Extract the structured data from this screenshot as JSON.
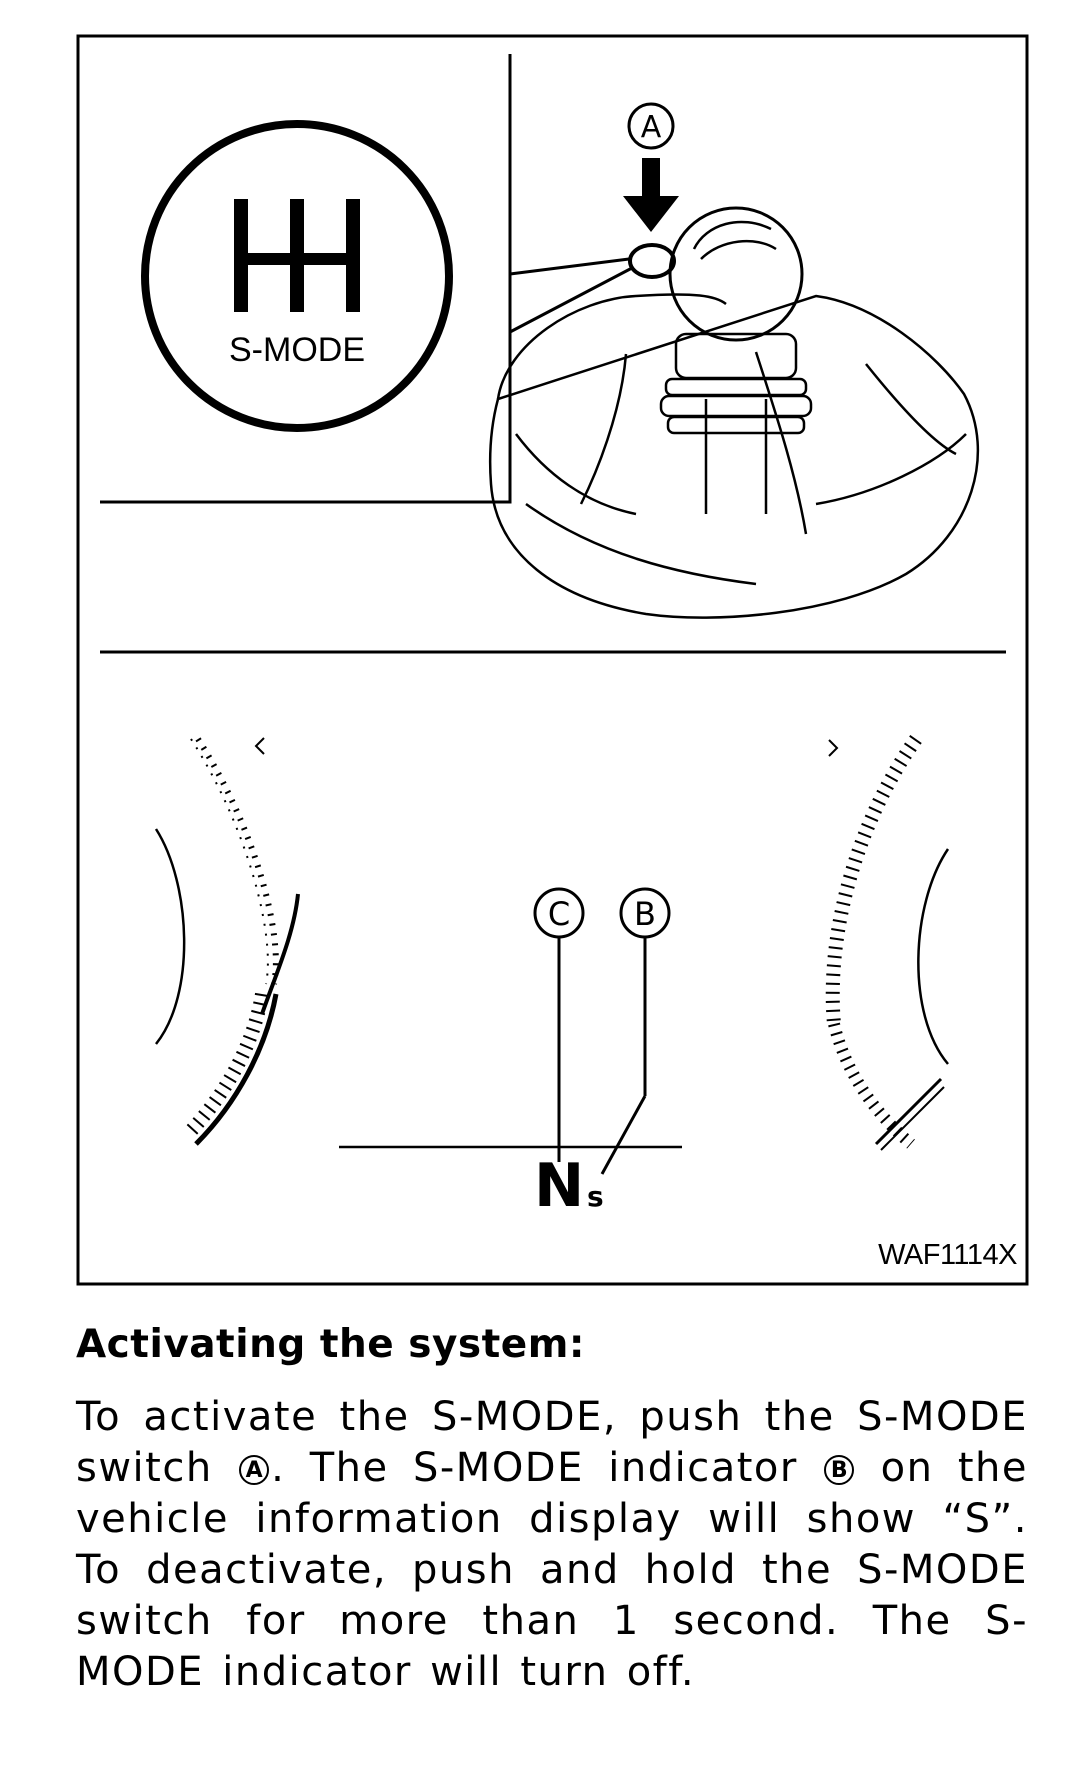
{
  "figure": {
    "switch_icon_label": "S-MODE",
    "callout_a": "A",
    "callout_b": "B",
    "callout_c": "C",
    "gear_letter": "N",
    "gear_suffix": "s",
    "code": "WAF1114X"
  },
  "section": {
    "heading": "Activating the system:",
    "text_1": "To activate the S-MODE, push the S-MODE switch ",
    "ref_a": "A",
    "text_2": ". The S-MODE indicator ",
    "ref_b": "B",
    "text_3": " on the vehicle information display will show “S”. To deactivate, push and hold the S-MODE switch for more than 1 second. The S-MODE indicator will turn off."
  }
}
